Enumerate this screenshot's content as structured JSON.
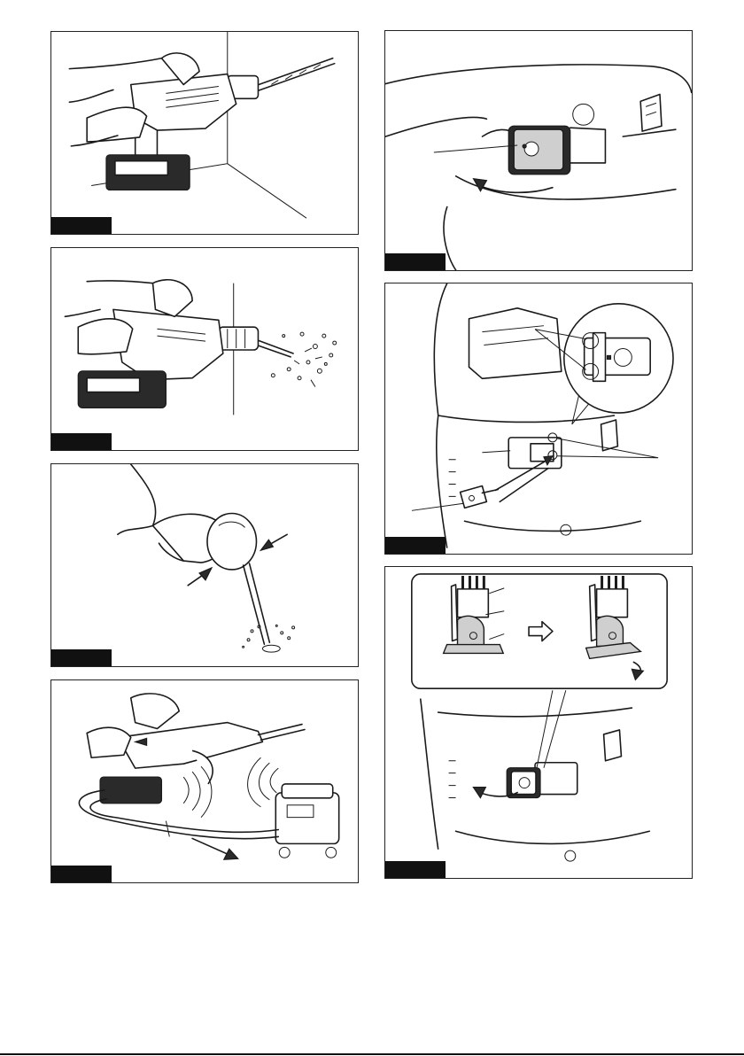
{
  "figures": [
    {
      "id": "drilling-into-wall",
      "label": ""
    },
    {
      "id": "drilling-debris",
      "label": ""
    },
    {
      "id": "blow-out-bulb",
      "label": ""
    },
    {
      "id": "vacuum-connection",
      "label": ""
    },
    {
      "id": "dust-cover-rotate",
      "label": ""
    },
    {
      "id": "dust-cover-insert",
      "label": ""
    },
    {
      "id": "dust-cover-remove",
      "label": ""
    }
  ],
  "colors": {
    "line": "#1a1a1a",
    "tag": "#111111",
    "paper": "#ffffff",
    "shade": "#cfcfcf"
  }
}
